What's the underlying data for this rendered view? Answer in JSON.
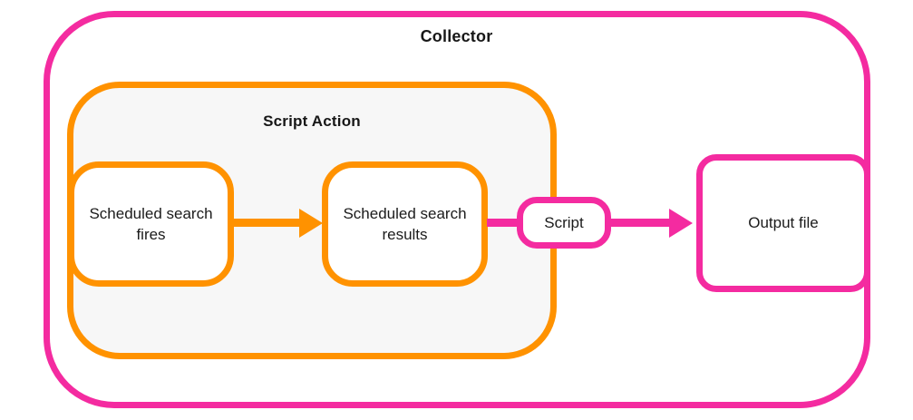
{
  "diagram": {
    "type": "flowchart",
    "containers": [
      {
        "id": "collector",
        "label": "Collector",
        "color": "#f42ba0",
        "fill": "transparent"
      },
      {
        "id": "script-action",
        "label": "Script Action",
        "color": "#ff9200",
        "fill": "#f7f7f7"
      }
    ],
    "nodes": [
      {
        "id": "scheduled-search-fires",
        "label": "Scheduled search fires",
        "color": "#ff9200",
        "fill": "#ffffff"
      },
      {
        "id": "scheduled-search-results",
        "label": "Scheduled search results",
        "color": "#ff9200",
        "fill": "#ffffff"
      },
      {
        "id": "script",
        "label": "Script",
        "color": "#f42ba0",
        "fill": "#ffffff"
      },
      {
        "id": "output-file",
        "label": "Output file",
        "color": "#f42ba0",
        "fill": "#ffffff"
      }
    ],
    "connectors": [
      {
        "id": "fires-to-results",
        "from": "scheduled-search-fires",
        "to": "scheduled-search-results",
        "color": "#ff9200",
        "arrowhead": true
      },
      {
        "id": "results-to-script",
        "from": "scheduled-search-results",
        "to": "script",
        "color": "#f42ba0",
        "arrowhead": false
      },
      {
        "id": "script-to-output",
        "from": "script",
        "to": "output-file",
        "color": "#f42ba0",
        "arrowhead": true
      }
    ]
  }
}
